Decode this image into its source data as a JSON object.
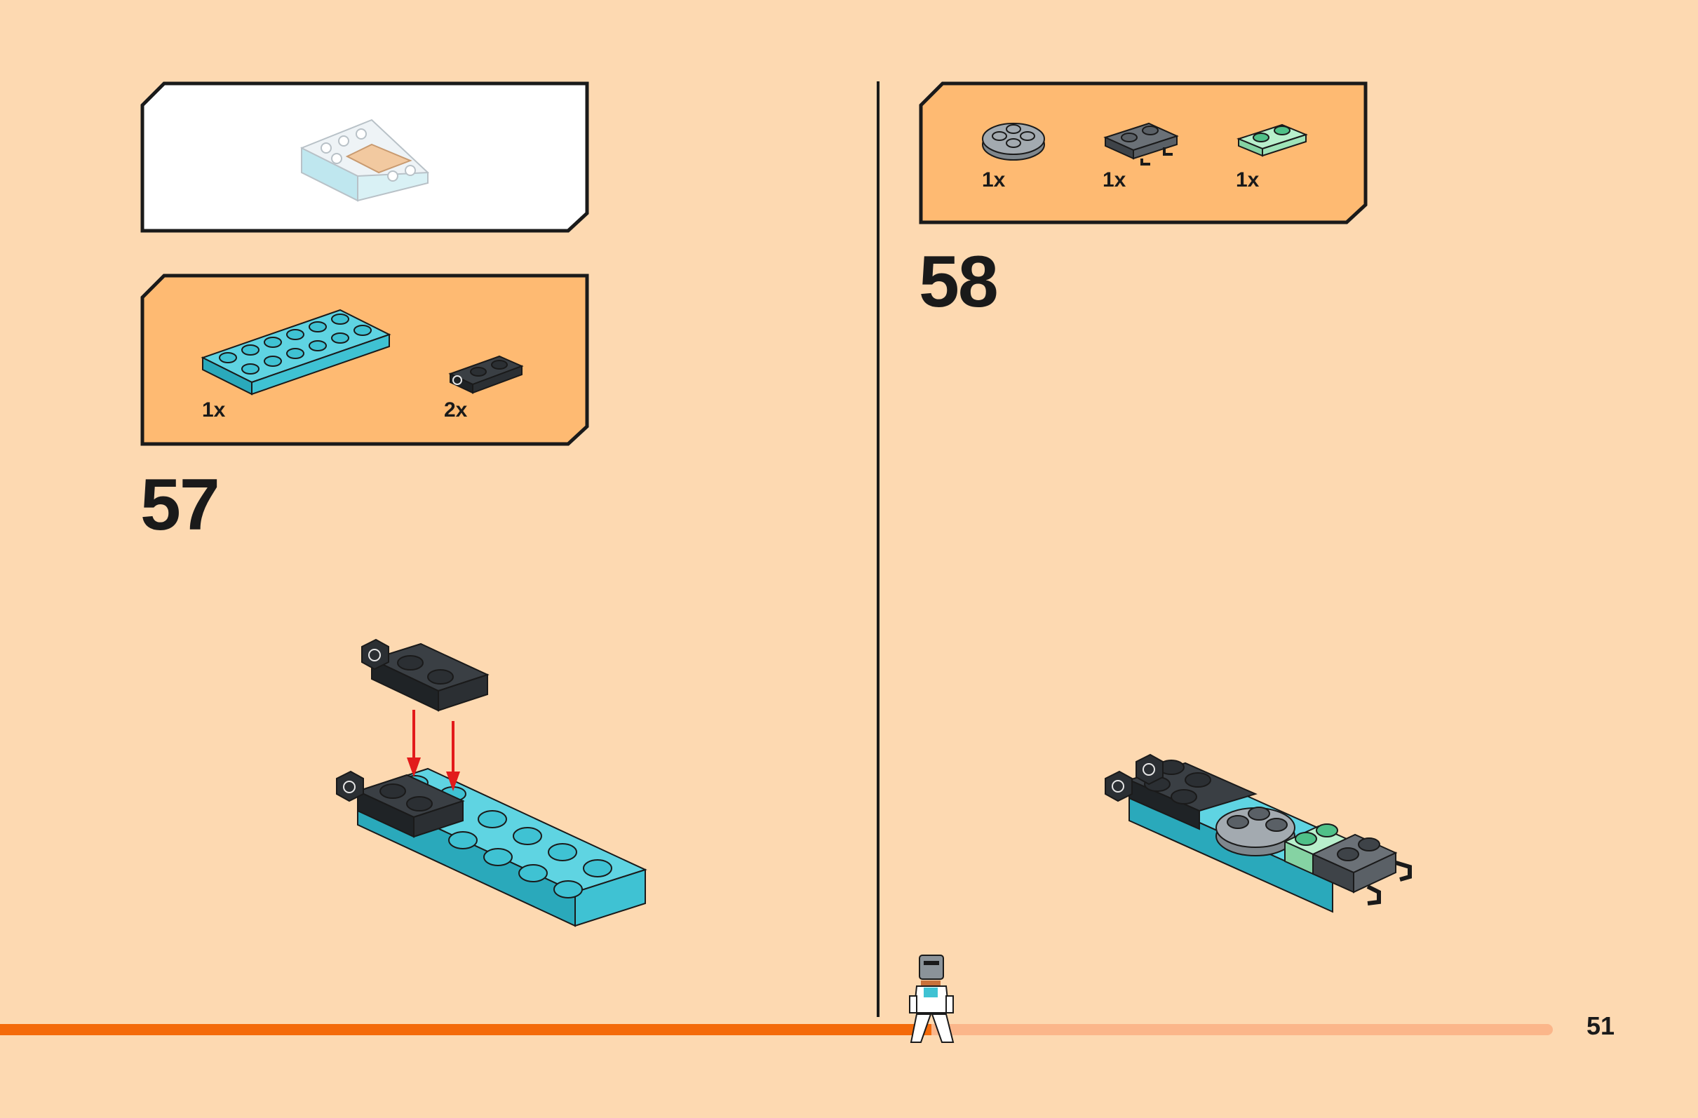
{
  "page_number": "51",
  "progress": {
    "fraction": 0.6
  },
  "colors": {
    "background": "#fdd9b1",
    "parts_box": "#feba72",
    "progress_done": "#f46a0a",
    "progress_remaining": "#fbb68a",
    "azure": "#3fc2d3",
    "black_part": "#2b2f33",
    "light_grey_part": "#a3aab0",
    "dark_grey_part": "#5a6066",
    "mint_part": "#9fe3b8",
    "arrow": "#e21b1b"
  },
  "left_page": {
    "preview_icon": "submodel-preview-image",
    "parts": [
      {
        "icon": "azure-plate-2x6-icon",
        "qty": "1x"
      },
      {
        "icon": "black-hinge-plate-1x2-icon",
        "qty": "2x"
      }
    ],
    "step": "57"
  },
  "right_page": {
    "parts": [
      {
        "icon": "light-grey-round-plate-2x2-icon",
        "qty": "1x"
      },
      {
        "icon": "dark-grey-clip-plate-1x2-icon",
        "qty": "1x"
      },
      {
        "icon": "mint-plate-1x2-icon",
        "qty": "1x"
      }
    ],
    "step": "58"
  }
}
